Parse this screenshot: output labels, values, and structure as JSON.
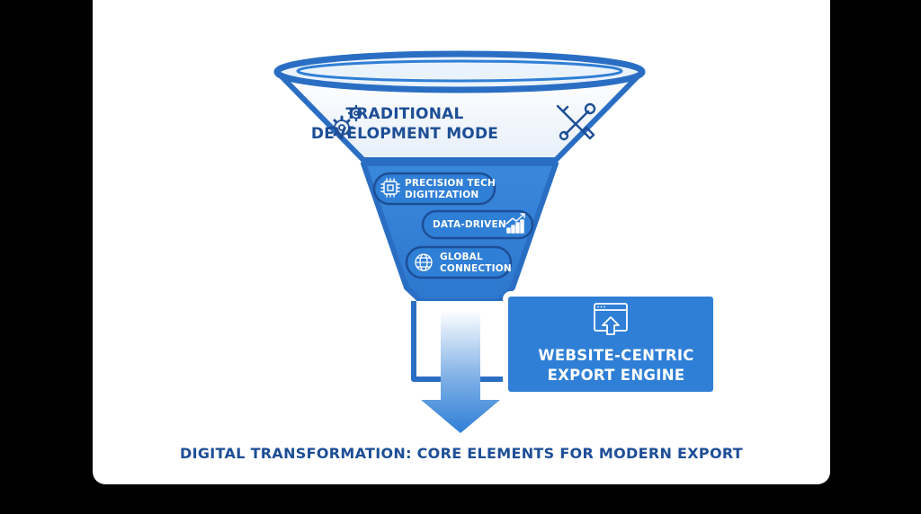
{
  "funnel": {
    "top_label_line1": "TRADITIONAL",
    "top_label_line2": "DEVELOPMENT MODE",
    "items": [
      {
        "line1": "PRECISION TECH",
        "line2": "DIGITIZATION",
        "icon": "chip-icon"
      },
      {
        "line1": "DATA-DRIVEN",
        "line2": "",
        "icon": "growth-chart-icon"
      },
      {
        "line1": "GLOBAL",
        "line2": "CONNECTION",
        "icon": "globe-icon"
      }
    ]
  },
  "engine": {
    "line1": "WEBSITE-CENTRIC",
    "line2": "EXPORT ENGINE",
    "icon": "browser-upload-icon"
  },
  "caption": "DIGITAL TRANSFORMATION: CORE ELEMENTS FOR MODERN EXPORT",
  "colors": {
    "primary": "#2f7fd6",
    "dark": "#1d4e96",
    "rim": "#2a6ec4",
    "light_top": "#e9f1fb"
  }
}
